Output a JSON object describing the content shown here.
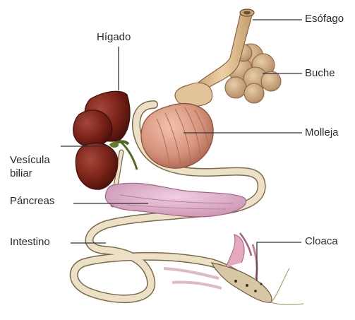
{
  "labels": {
    "esofago": "Esófago",
    "higado": "Hígado",
    "buche": "Buche",
    "molleja": "Molleja",
    "vesicula_line1": "Vesícula",
    "vesicula_line2": "biliar",
    "pancreas": "Páncreas",
    "intestino": "Intestino",
    "cloaca": "Cloaca"
  },
  "colors": {
    "liver": "#7a2318",
    "gizzard": "#d4917a",
    "crop": "#c9a47e",
    "esophagus": "#d9b98f",
    "intestine": "#e9dcc0",
    "pancreas": "#dfb4cc",
    "gallbladder": "#4f6b22",
    "leader_line": "#333333"
  }
}
